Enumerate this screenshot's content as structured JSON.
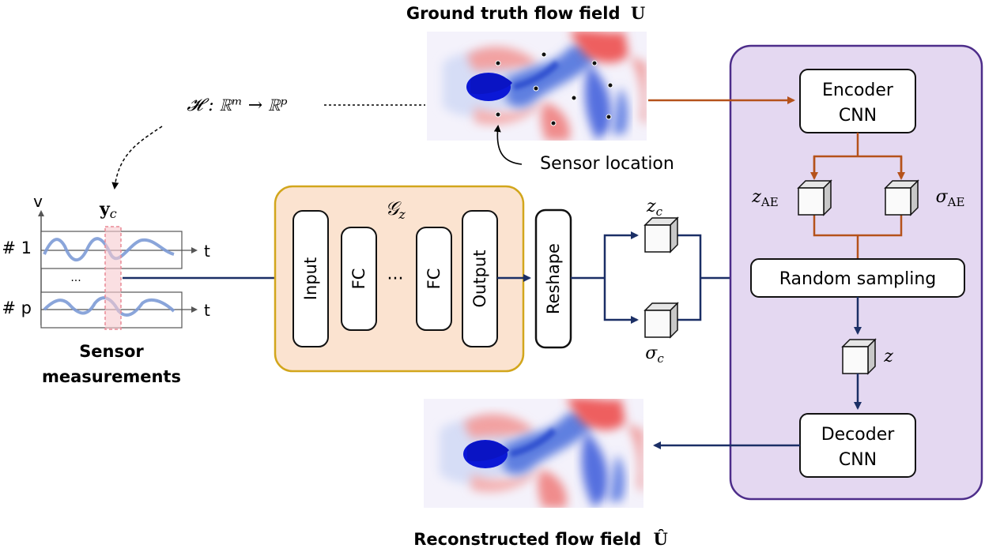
{
  "diagram": {
    "titles": {
      "ground_truth": "Ground truth flow field",
      "ground_truth_symbol": "U",
      "reconstructed": "Reconstructed flow field",
      "reconstructed_symbol": "Û"
    },
    "mapping_label": "𝓗 : ℝᵐ → ℝᵖ",
    "sensor_location_label": "Sensor location",
    "sensor_plot": {
      "axis_v": "v",
      "axis_t_top": "t",
      "axis_t_bottom": "t",
      "row_top": "# 1",
      "row_bottom": "# p",
      "ellipsis": "···",
      "window_label": "y",
      "window_sub": "c",
      "caption_line1": "Sensor",
      "caption_line2": "measurements"
    },
    "generator": {
      "label": "𝒢",
      "label_sub": "z",
      "layers": [
        "Input",
        "FC",
        "FC",
        "Output"
      ],
      "ellipsis": "···"
    },
    "reshape_label": "Reshape",
    "latents": {
      "zc": "z",
      "zc_sub": "c",
      "sigmac": "σ",
      "sigmac_sub": "c",
      "zae": "z",
      "zae_sub": "AE",
      "sigmaae": "σ",
      "sigmaae_sub": "AE",
      "z": "z"
    },
    "vae": {
      "encoder_line1": "Encoder",
      "encoder_line2": "CNN",
      "sampling": "Random sampling",
      "decoder_line1": "Decoder",
      "decoder_line2": "CNN"
    },
    "colors": {
      "navy": "#1b2f66",
      "rust": "#b5521b",
      "generator_fill": "#fbe3d0",
      "generator_stroke": "#d2a61c",
      "vae_fill": "#e4d8f1",
      "vae_stroke": "#4d2d8a",
      "sensor_window": "#e98a96",
      "signal": "#6f8fcf"
    }
  }
}
